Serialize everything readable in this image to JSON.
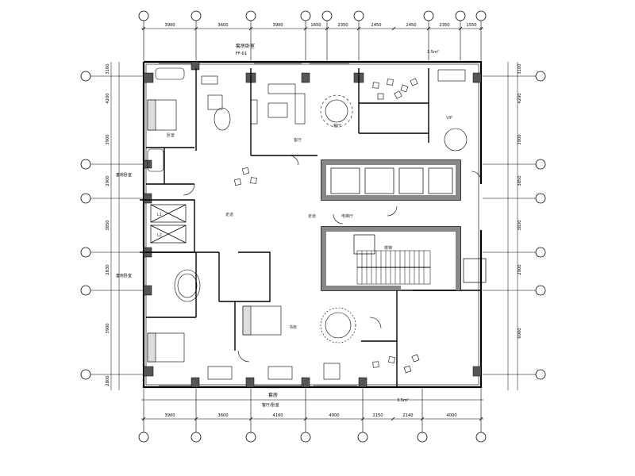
{
  "plan": {
    "top_dimensions": [
      "3900",
      "3600",
      "3900",
      "1650",
      "2350",
      "2450",
      "2450",
      "2350",
      "1550"
    ],
    "bottom_dimensions": [
      "3900",
      "3600",
      "4100",
      "4000",
      "2150",
      "2140",
      "4000"
    ],
    "left_dimensions": [
      "3100",
      "4200",
      "3900",
      "2900",
      "3850",
      "2830",
      "3900",
      "2800"
    ],
    "right_dimensions": [
      "3100",
      "4200",
      "3900",
      "3850",
      "3830",
      "2900",
      "6900"
    ],
    "labels": {
      "top_room": "套房卧室",
      "top_room_sub": "FF-01",
      "top_right_note": "3.5m²",
      "left_note_upper": "套房卧室",
      "left_note_lower": "套房卧室",
      "bottom_room": "套房",
      "bottom_room_sub": "客厅/卧室",
      "bottom_right_note": "3.5m²"
    },
    "rooms": {
      "dining": "餐厅",
      "living": "客厅",
      "bedroom": "卧室",
      "corridor_left": "走道",
      "corridor_mid": "走道",
      "lift_lobby": "电梯厅",
      "stair": "楼梯",
      "study": "书房",
      "vip": "VIP"
    },
    "lift_marks": [
      "L1",
      "L2"
    ]
  }
}
